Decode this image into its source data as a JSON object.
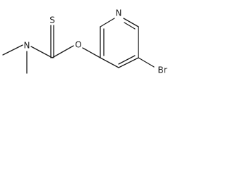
{
  "atoms": {
    "s": "S",
    "n_amine": "N",
    "o": "O",
    "n_ring": "N",
    "br": "Br"
  }
}
